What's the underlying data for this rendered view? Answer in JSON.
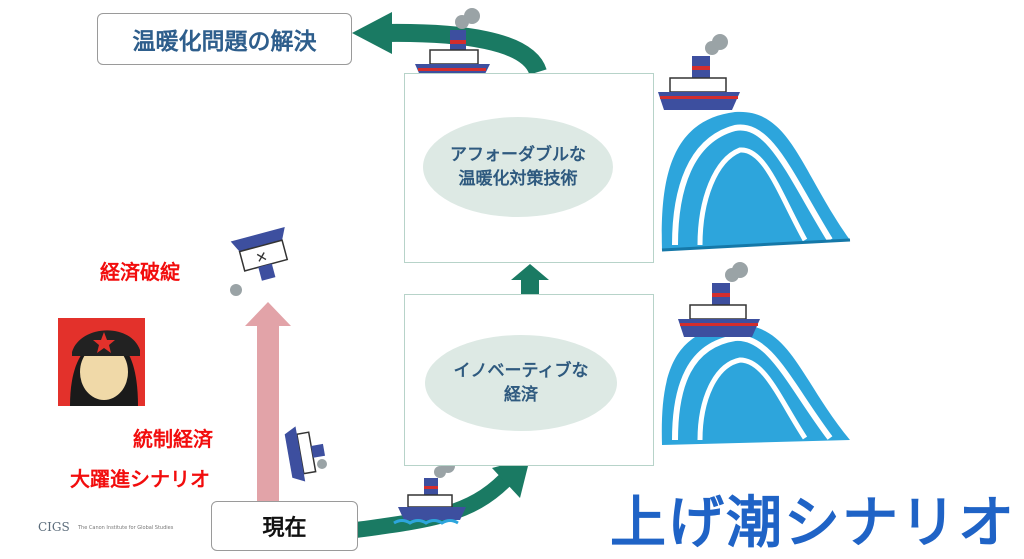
{
  "goal_box": {
    "label": "温暖化問題の解決"
  },
  "upper_box": {
    "label": "アフォーダブルな\n温暖化対策技術"
  },
  "lower_box": {
    "label": "イノベーティブな\n経済"
  },
  "current_box": {
    "label": "現在"
  },
  "left_labels": {
    "collapse": "経済破綻",
    "controlled": "統制経済",
    "great_leap": "大躍進シナリオ"
  },
  "scenario_title": "上げ潮シナリオ",
  "logo": {
    "text": "CIGS",
    "subtitle": "The Canon Institute for Global Studies"
  },
  "colors": {
    "accent_teal": "#1a7a63",
    "red_arrow": "#e2a3a8",
    "wave_blue": "#2da5dc",
    "title_blue": "#1f63c6",
    "label_red": "#f20d0d"
  }
}
